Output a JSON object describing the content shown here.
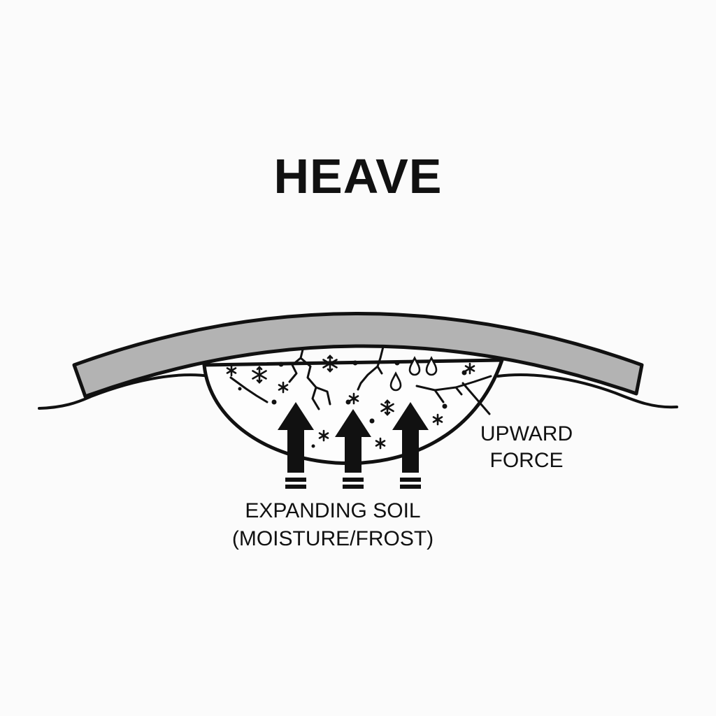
{
  "title": "HEAVE",
  "labels": {
    "upward_force": [
      "UPWARD",
      "FORCE"
    ],
    "expanding_soil": [
      "EXPANDING SOIL",
      "(MOISTURE/FROST)"
    ]
  },
  "colors": {
    "slab": "#b3b3b3",
    "stroke": "#111111",
    "soil": "#fdfdfd",
    "background": "#fbfbfb"
  },
  "icons": [
    "snowflake-icon",
    "water-drop-icon",
    "up-arrow-icon",
    "crack-icon"
  ]
}
